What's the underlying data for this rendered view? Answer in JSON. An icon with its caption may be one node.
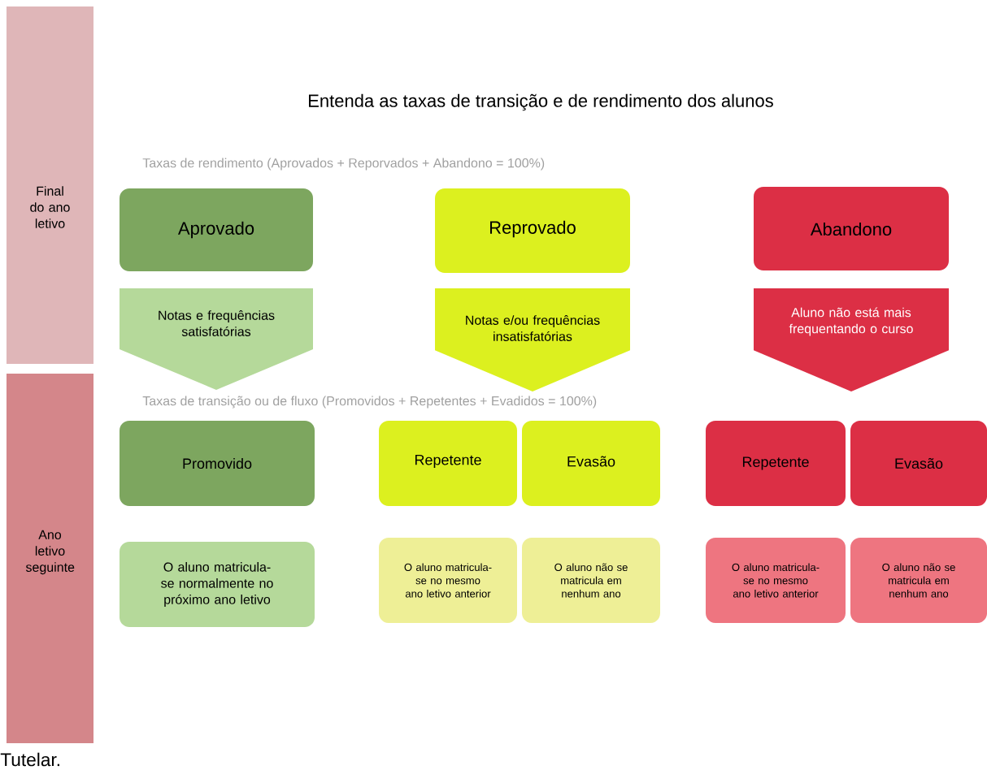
{
  "diagram": {
    "title": "Entenda as taxas de transição e de rendimento dos alunos",
    "caption": "Tutelar.",
    "nodes": [
      {
        "text": [
          "Final do ano letivo"
        ]
      },
      {
        "text": [
          "Ano letivo seguinte"
        ]
      },
      {
        "text": [
          "Aprovado"
        ]
      },
      {
        "text": [
          "Reprovado"
        ]
      },
      {
        "text": [
          "Abandono"
        ]
      },
      {
        "text": [
          "Notas e frequências satisfatórias"
        ]
      },
      {
        "text": [
          "Notas e/ou frequências insatisfatórias"
        ]
      },
      {
        "text": [
          "Aluno não está mais frequentando o curso"
        ]
      },
      {
        "text": [
          "Promovido"
        ]
      },
      {
        "text": [
          "Repetente"
        ]
      },
      {
        "text": [
          "Evasão"
        ]
      },
      {
        "text": [
          "Repetente"
        ]
      },
      {
        "text": [
          "Evasão"
        ]
      },
      {
        "text": [
          "O aluno matricula-se normalmente no próximo ano letivo"
        ]
      },
      {
        "text": [
          "O aluno matricula-se no mesmo ano letivo anterior"
        ]
      },
      {
        "text": [
          "O aluno não se matricula em nenhum ano"
        ]
      },
      {
        "text": [
          "O aluno matricula-se no mesmo ano letivo anterior"
        ]
      },
      {
        "text": [
          "O aluno não se matricula em nenhum ano"
        ]
      }
    ],
    "labels": [
      "Taxas de rendimento (Aprovados + Reporvados + Abandono = 100%)",
      "Taxas de transição ou de fluxo (Promovidos + Repetentes + Evadidos = 100%)"
    ]
  }
}
